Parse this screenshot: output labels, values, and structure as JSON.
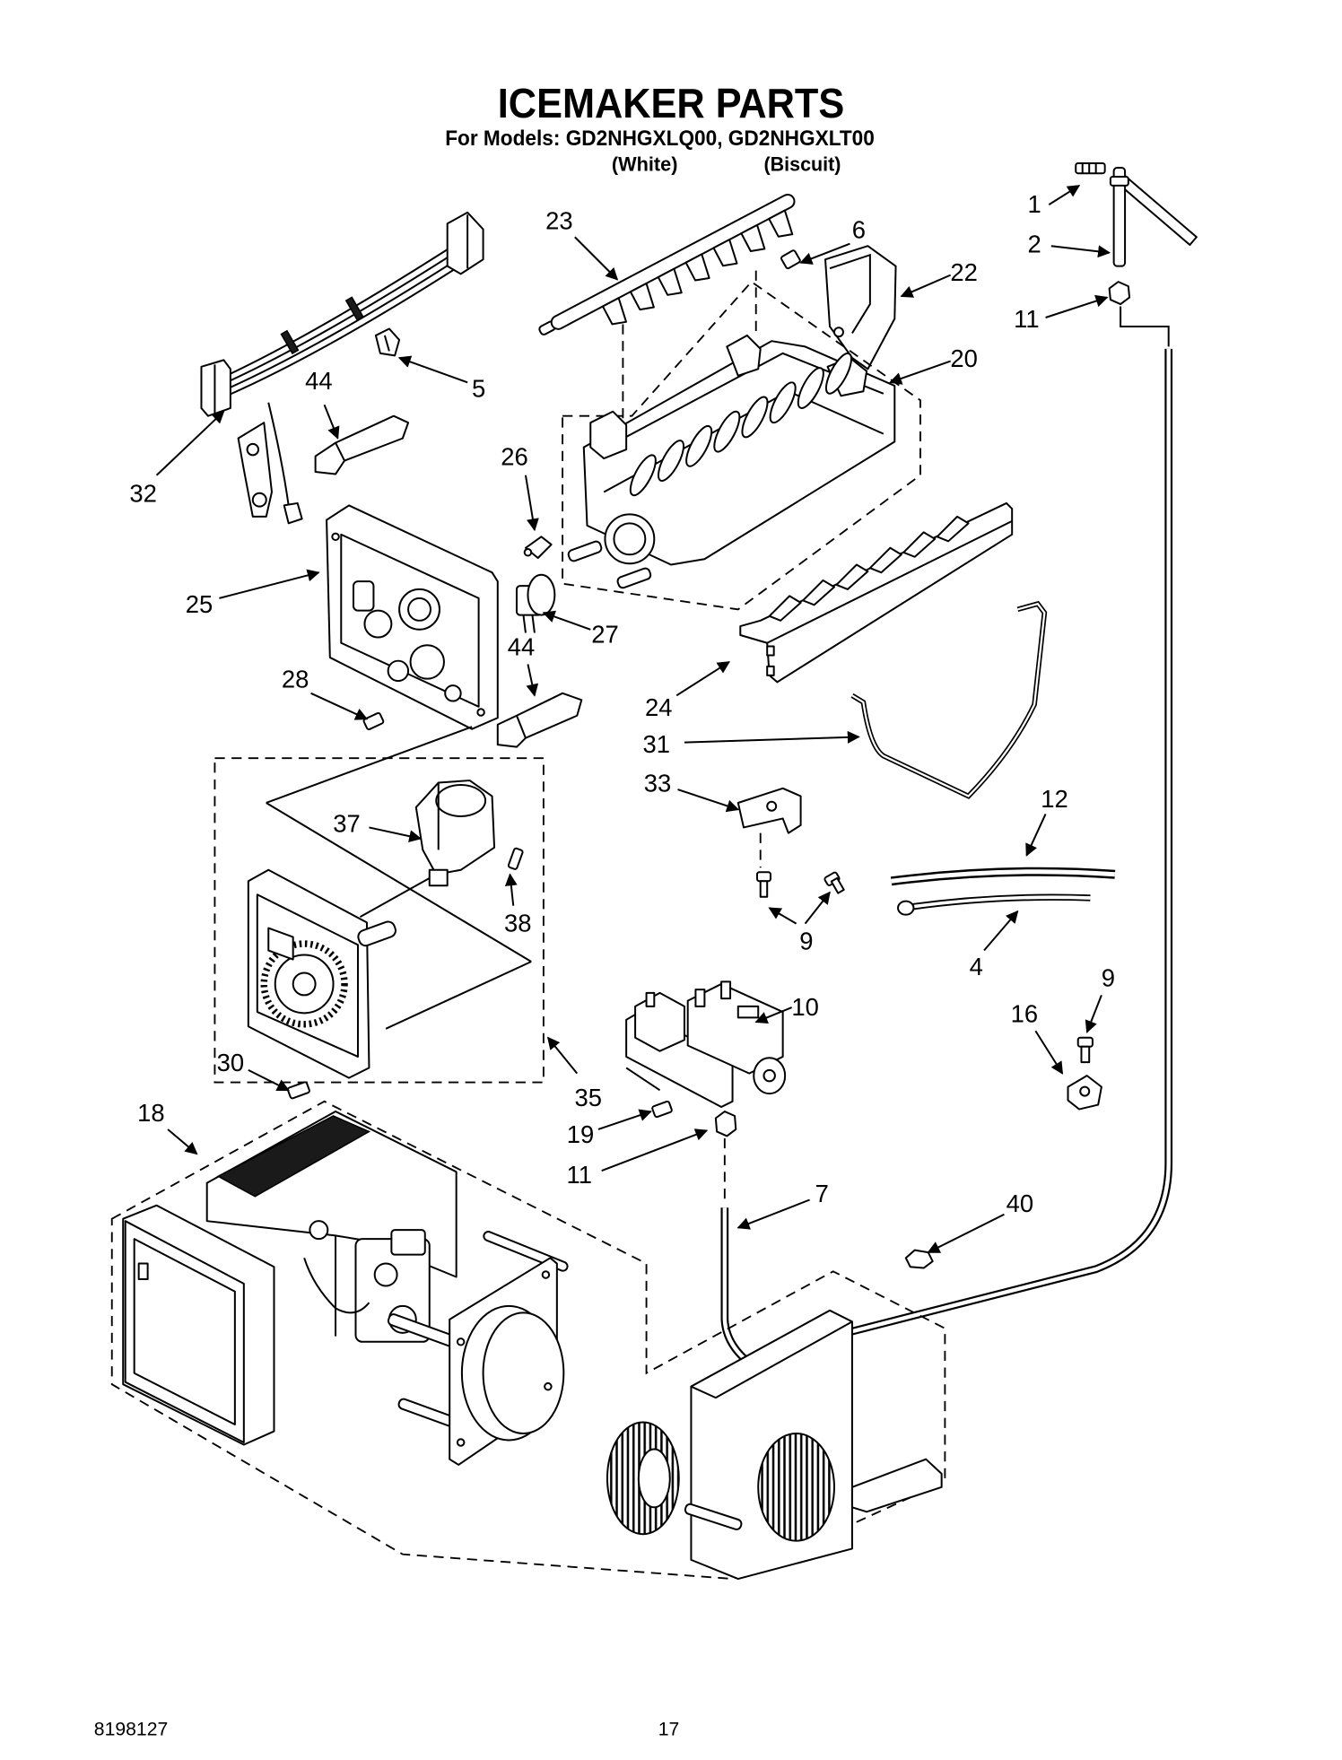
{
  "title": "ICEMAKER PARTS",
  "subtitle": "For Models: GD2NHGXLQ00, GD2NHGXLT00",
  "color_labels": [
    "(White)",
    "(Biscuit)"
  ],
  "callouts": [
    "1",
    "2",
    "11",
    "23",
    "6",
    "22",
    "20",
    "5",
    "44",
    "32",
    "26",
    "25",
    "27",
    "44",
    "28",
    "24",
    "31",
    "33",
    "12",
    "37",
    "38",
    "9",
    "4",
    "10",
    "9",
    "16",
    "30",
    "35",
    "18",
    "19",
    "11",
    "7",
    "40"
  ],
  "footer": {
    "doc_number": "8198127",
    "page_number": "17"
  }
}
